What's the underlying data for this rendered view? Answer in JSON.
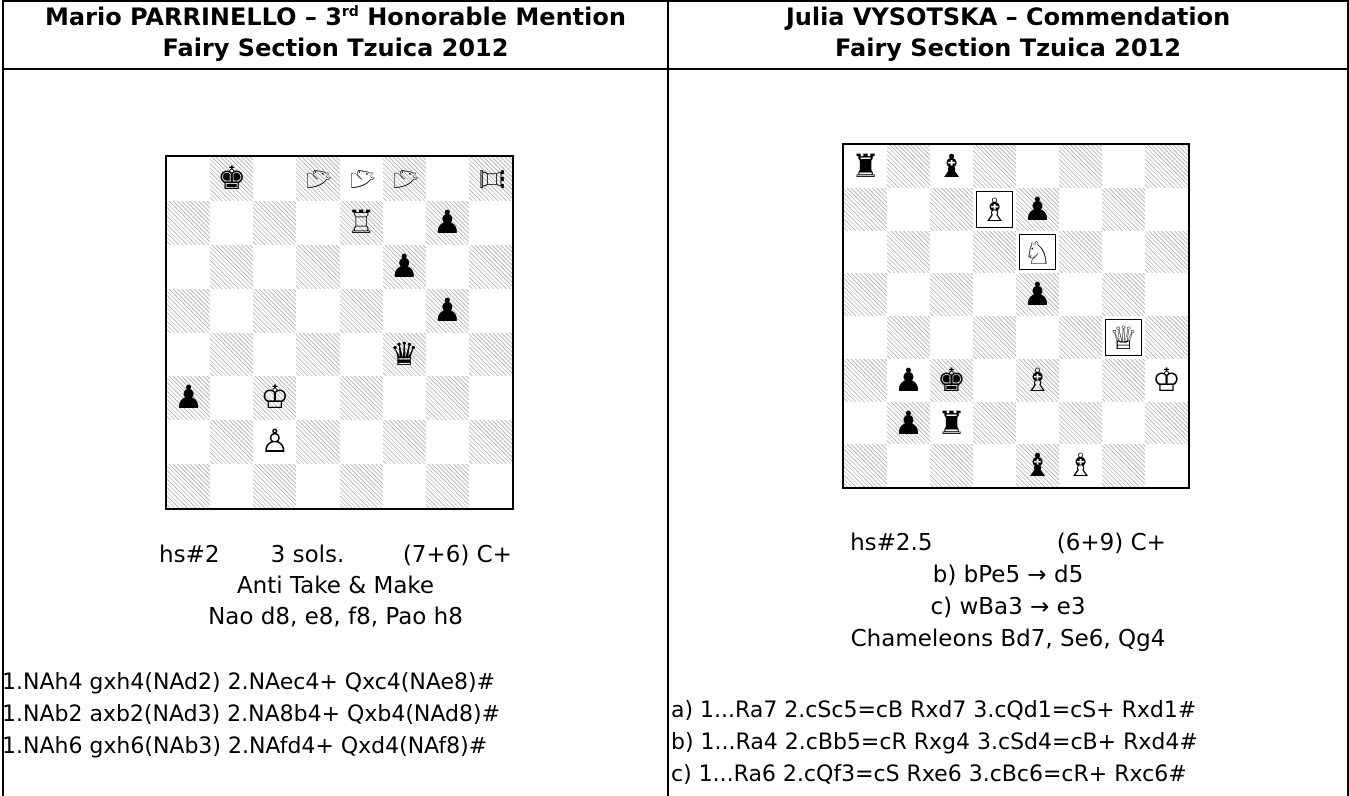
{
  "left": {
    "title_pre": "Mario PARRINELLO – 3",
    "title_sup": "rd",
    "title_post": " Honorable Mention",
    "subtitle": "Fairy Section Tzuica 2012",
    "stipulation": "hs#2       3 sols.        (7+6) C+",
    "condition": "Anti Take & Make",
    "fairy": "Nao d8, e8, f8, Pao h8",
    "solutions": [
      "1.NAh4 gxh4(NAd2) 2.NAec4+ Qxc4(NAe8)#",
      "1.NAb2 axb2(NAd3) 2.NA8b4+ Qxb4(NAd8)#",
      "1.NAh6 gxh6(NAb3) 2.NAfd4+ Qxd4(NAf8)#"
    ],
    "pieces": [
      {
        "sq": "b8",
        "glyph": "♚",
        "name": "black-king-icon"
      },
      {
        "sq": "d8",
        "glyph": "♘",
        "name": "white-nao-icon",
        "rot": true
      },
      {
        "sq": "e8",
        "glyph": "♘",
        "name": "white-nao-icon",
        "rot": true
      },
      {
        "sq": "f8",
        "glyph": "♘",
        "name": "white-nao-icon",
        "rot": true
      },
      {
        "sq": "h8",
        "glyph": "♖",
        "name": "white-pao-icon",
        "rot": true
      },
      {
        "sq": "e7",
        "glyph": "♖",
        "name": "white-rook-icon"
      },
      {
        "sq": "g7",
        "glyph": "♟",
        "name": "black-pawn-icon"
      },
      {
        "sq": "f6",
        "glyph": "♟",
        "name": "black-pawn-icon"
      },
      {
        "sq": "g5",
        "glyph": "♟",
        "name": "black-pawn-icon"
      },
      {
        "sq": "f4",
        "glyph": "♛",
        "name": "black-queen-icon"
      },
      {
        "sq": "a3",
        "glyph": "♟",
        "name": "black-pawn-icon"
      },
      {
        "sq": "c3",
        "glyph": "♔",
        "name": "white-king-icon"
      },
      {
        "sq": "c2",
        "glyph": "♙",
        "name": "white-pawn-icon"
      }
    ]
  },
  "right": {
    "title": "Julia VYSOTSKA – Commendation",
    "subtitle": "Fairy Section Tzuica 2012",
    "stipulation": "hs#2.5                 (6+9) C+",
    "twin_b": "b) bPe5 → d5",
    "twin_c": "c) wBa3 → e3",
    "chameleons": "Chameleons Bd7, Se6, Qg4",
    "solutions": [
      "a) 1...Ra7 2.cSc5=cB Rxd7 3.cQd1=cS+ Rxd1#",
      "b) 1...Ra4 2.cBb5=cR Rxg4 3.cSd4=cB+ Rxd4#",
      "c) 1...Ra6 2.cQf3=cS Rxe6 3.cBc6=cR+ Rxc6#"
    ],
    "pieces": [
      {
        "sq": "a8",
        "glyph": "♜",
        "name": "black-rook-icon"
      },
      {
        "sq": "c8",
        "glyph": "♝",
        "name": "black-bishop-icon"
      },
      {
        "sq": "d7",
        "glyph": "♗",
        "name": "chameleon-bishop-icon",
        "boxed": true
      },
      {
        "sq": "e7",
        "glyph": "♟",
        "name": "black-pawn-icon"
      },
      {
        "sq": "e6",
        "glyph": "♘",
        "name": "chameleon-knight-icon",
        "boxed": true
      },
      {
        "sq": "e5",
        "glyph": "♟",
        "name": "black-pawn-icon"
      },
      {
        "sq": "g4",
        "glyph": "♕",
        "name": "chameleon-queen-icon",
        "boxed": true
      },
      {
        "sq": "b3",
        "glyph": "♟",
        "name": "black-pawn-icon"
      },
      {
        "sq": "c3",
        "glyph": "♚",
        "name": "black-king-icon"
      },
      {
        "sq": "e3",
        "glyph": "♗",
        "name": "white-bishop-icon"
      },
      {
        "sq": "h3",
        "glyph": "♔",
        "name": "white-king-icon"
      },
      {
        "sq": "b2",
        "glyph": "♟",
        "name": "black-pawn-icon"
      },
      {
        "sq": "c2",
        "glyph": "♜",
        "name": "black-rook-icon"
      },
      {
        "sq": "e1",
        "glyph": "♝",
        "name": "black-bishop-icon"
      },
      {
        "sq": "f1",
        "glyph": "♗",
        "name": "white-bishop-icon"
      }
    ]
  }
}
